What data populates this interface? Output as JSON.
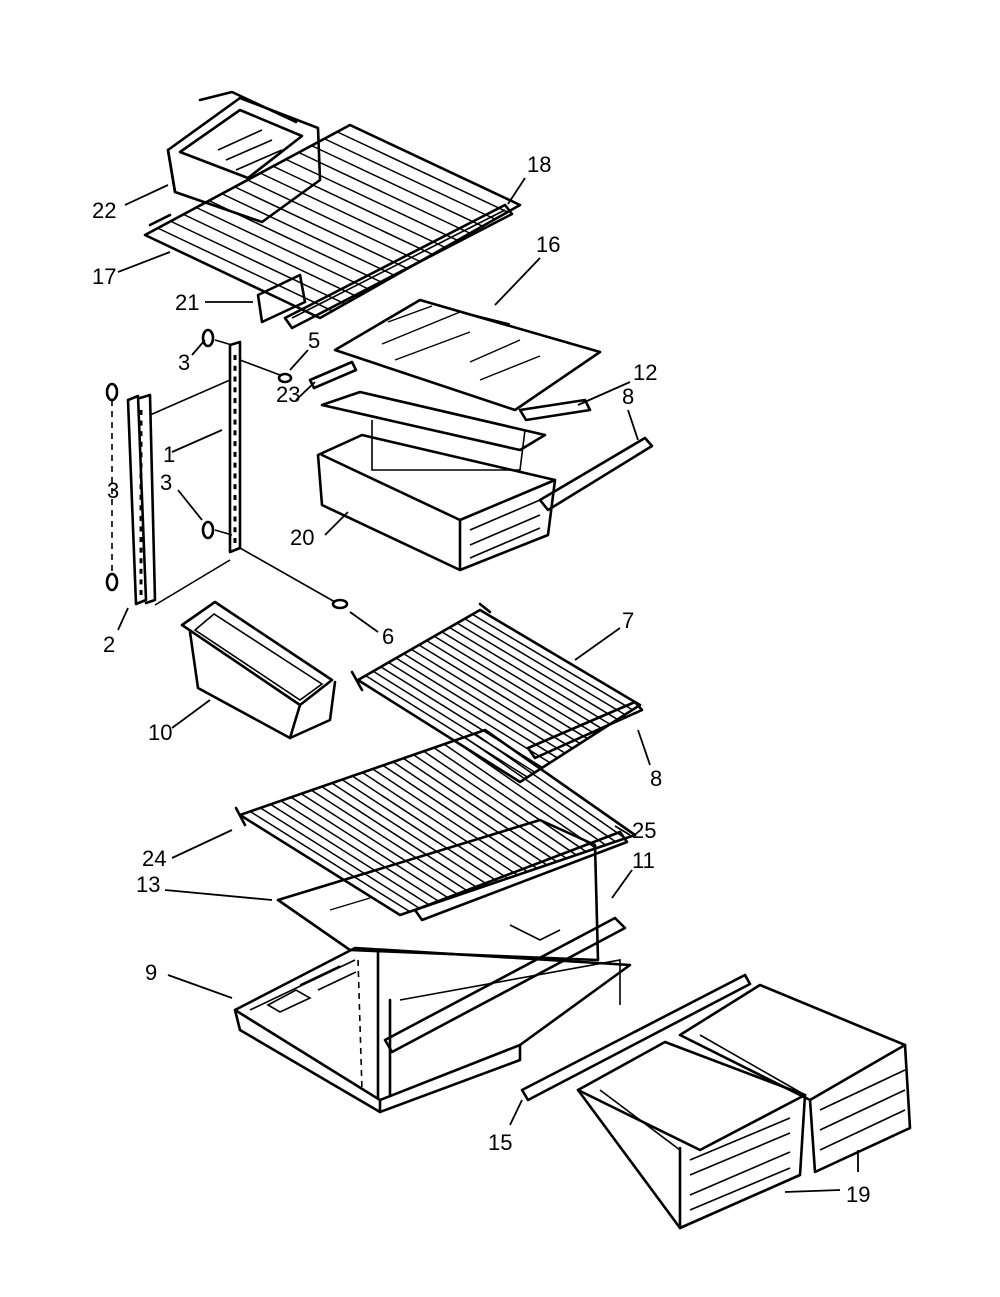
{
  "labels": [
    {
      "id": "22",
      "text": "22"
    },
    {
      "id": "18",
      "text": "18"
    },
    {
      "id": "17",
      "text": "17"
    },
    {
      "id": "21",
      "text": "21"
    },
    {
      "id": "16",
      "text": "16"
    },
    {
      "id": "5",
      "text": "5"
    },
    {
      "id": "3a",
      "text": "3"
    },
    {
      "id": "12",
      "text": "12"
    },
    {
      "id": "23",
      "text": "23"
    },
    {
      "id": "8a",
      "text": "8"
    },
    {
      "id": "1",
      "text": "1"
    },
    {
      "id": "3b",
      "text": "3"
    },
    {
      "id": "3c",
      "text": "3"
    },
    {
      "id": "20",
      "text": "20"
    },
    {
      "id": "2",
      "text": "2"
    },
    {
      "id": "6",
      "text": "6"
    },
    {
      "id": "7",
      "text": "7"
    },
    {
      "id": "10",
      "text": "10"
    },
    {
      "id": "8b",
      "text": "8"
    },
    {
      "id": "25",
      "text": "25"
    },
    {
      "id": "24",
      "text": "24"
    },
    {
      "id": "11",
      "text": "11"
    },
    {
      "id": "13",
      "text": "13"
    },
    {
      "id": "9",
      "text": "9"
    },
    {
      "id": "15",
      "text": "15"
    },
    {
      "id": "19",
      "text": "19"
    }
  ]
}
